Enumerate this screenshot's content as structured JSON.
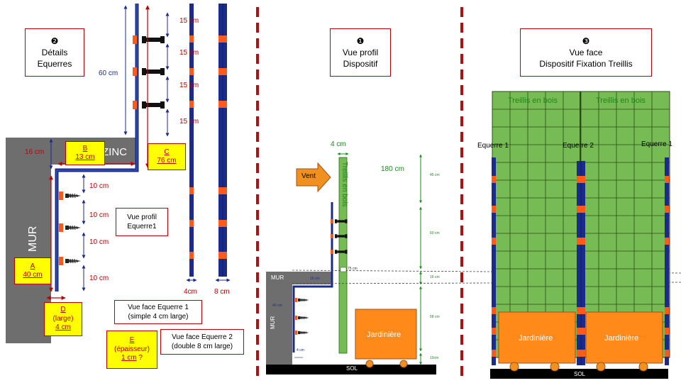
{
  "sections": {
    "details": {
      "num": "❷",
      "line1": "Détails",
      "line2": "Equerres"
    },
    "profile": {
      "num": "❶",
      "line1": "Vue profil",
      "line2": "Dispositif"
    },
    "face": {
      "num": "❸",
      "line1": "Vue face",
      "line2": "Dispositif Fixation Treillis"
    }
  },
  "details": {
    "dim_60": "60 cm",
    "dim_15_a": "15 cm",
    "dim_15_b": "15 cm",
    "dim_15_c": "15 cm",
    "dim_15_d": "15 cm",
    "dim_16": "16 cm",
    "dim_10_a": "10 cm",
    "dim_10_b": "10 cm",
    "dim_10_c": "10 cm",
    "dim_10_d": "10 cm",
    "zinc": "ZINC",
    "mur": "MUR",
    "box_a": {
      "letter": "A",
      "value": "40 cm"
    },
    "box_b": {
      "letter": "B",
      "value": "13 cm"
    },
    "box_c": {
      "letter": "C",
      "value": "76 cm"
    },
    "box_d": {
      "letter": "D",
      "line2": "(large)",
      "value": "4 cm"
    },
    "box_e": {
      "letter": "E",
      "line2": "(épaisseur)",
      "value": "1 cm",
      "suffix": " ?"
    },
    "vue_profil": {
      "line1": "Vue profil",
      "line2": "Equerre1"
    },
    "vue_face1": {
      "line1": "Vue face Equerre 1",
      "line2": "(simple 4 cm large)"
    },
    "vue_face2": {
      "line1": "Vue face Equerre 2",
      "line2": "(double 8 cm large)"
    },
    "width_4": "4cm",
    "width_8": "8 cm"
  },
  "profile": {
    "dim_4": "4 cm",
    "vent": "Vent",
    "treillis": "Treillis en bois",
    "dim_180": "180 cm",
    "small_45": "45 cm",
    "small_60": "60 cm",
    "small_16": "16 cm",
    "small_58": "58 cm",
    "small_10": "10cm",
    "small_75": "75 cm",
    "mur": "MUR",
    "jardiniere": "Jardinière",
    "sol": "SOL",
    "small_4": "4 cm",
    "small_40": "40 cm",
    "small_16b": "16 cm"
  },
  "face": {
    "treillis_1": "Treillis en bois",
    "treillis_2": "Treillis en bois",
    "equerre_1": "Equerre 1",
    "equerre_2": "Equerre 2",
    "equerre_3": "Equerre 1",
    "jardiniere_1": "Jardinière",
    "jardiniere_2": "Jardinière",
    "sol": "SOL"
  },
  "colors": {
    "red": "#c00000",
    "navy": "#1a2b8c",
    "orange": "#ff6a1a",
    "green_fill": "#77bb55",
    "grey_wall": "#6e6e6e"
  }
}
